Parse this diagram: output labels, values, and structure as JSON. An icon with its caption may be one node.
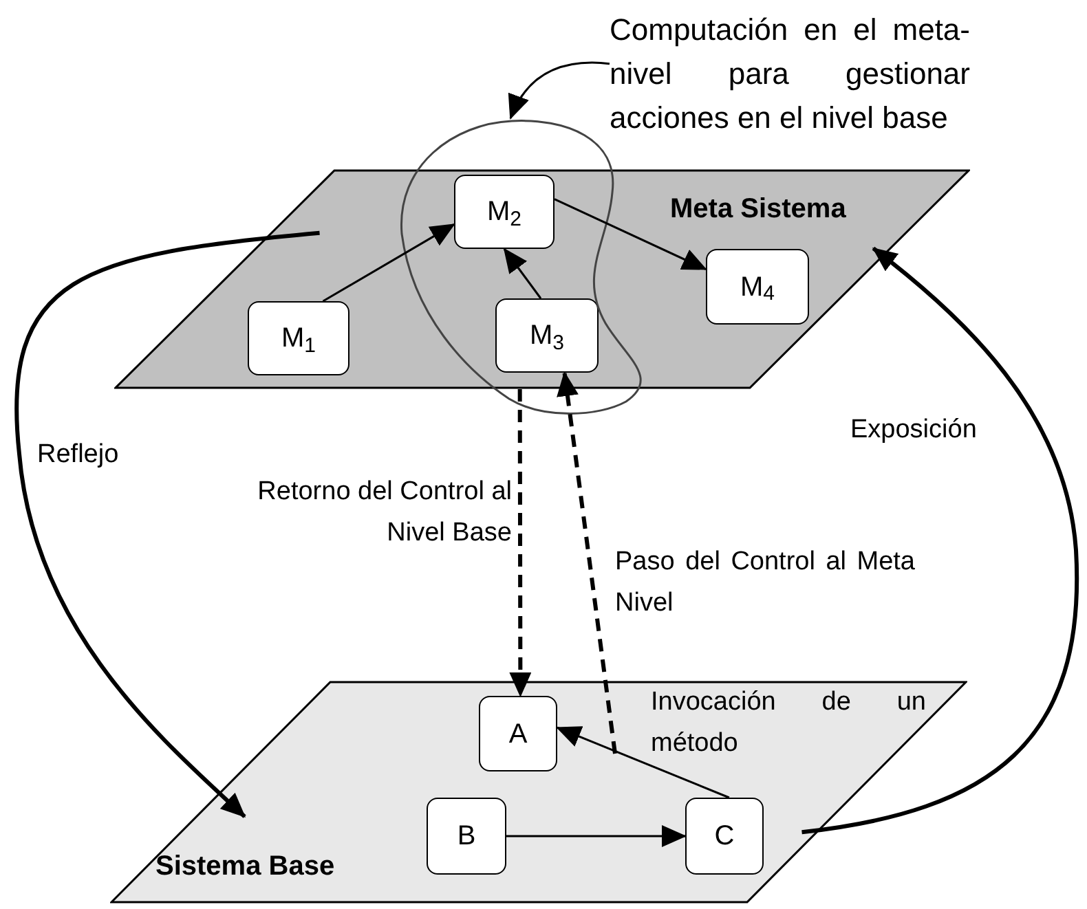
{
  "diagram": {
    "nodes": [
      {
        "text": [
          "Computación en el meta-nivel para gestionar acciones en el nivel base"
        ]
      },
      {
        "text": [
          "Meta Sistema"
        ]
      },
      {
        "text": [
          "M$_{1}$"
        ],
        "in": 1
      },
      {
        "text": [
          "M$_{2}$"
        ],
        "in": 1
      },
      {
        "text": [
          "M$_{3}$"
        ],
        "in": 1
      },
      {
        "text": [
          "M$_{4}$"
        ],
        "in": 1
      },
      {
        "text": [
          "Sistema Base"
        ]
      },
      {
        "text": [
          "A"
        ],
        "in": 6
      },
      {
        "text": [
          "B"
        ],
        "in": 6
      },
      {
        "text": [
          "C"
        ],
        "in": 6
      }
    ],
    "edges": [
      {
        "from": 0,
        "to": null,
        "arrow": "to"
      },
      {
        "from": 2,
        "to": 3,
        "arrow": "to"
      },
      {
        "from": 4,
        "to": 3,
        "arrow": "to"
      },
      {
        "from": 3,
        "to": 5,
        "arrow": "to"
      },
      {
        "from": 1,
        "to": 6,
        "arrow": "to",
        "label": "Reflejo",
        "style": "thick"
      },
      {
        "from": 6,
        "to": 1,
        "arrow": "to",
        "label": "Exposición",
        "style": "thick"
      },
      {
        "from": 1,
        "to": 7,
        "arrow": "to",
        "label": "Retorno del Control al Nivel Base",
        "style": "dashed"
      },
      {
        "from": null,
        "to": 4,
        "arrow": "to",
        "label": "Paso del Control al Meta Nivel",
        "style": "dashed"
      },
      {
        "from": 9,
        "to": 7,
        "arrow": "to",
        "label": "Invocación de un método"
      },
      {
        "from": 8,
        "to": 9,
        "arrow": "to"
      }
    ]
  }
}
